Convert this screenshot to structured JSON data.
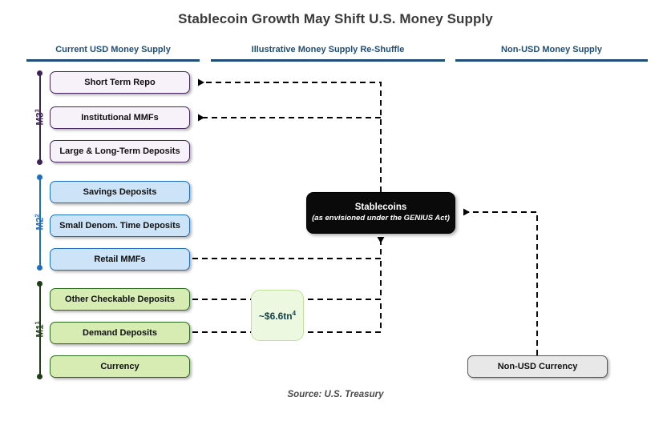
{
  "title": "Stablecoin Growth May Shift U.S. Money Supply",
  "source_note": "Source: U.S. Treasury",
  "colors": {
    "header_blue": "#1f4e79",
    "m3_border": "#45265f",
    "m3_fill": "#f7f1fa",
    "m2_border": "#1f6fc0",
    "m2_fill": "#cde3f7",
    "m1_border": "#2e6b1f",
    "m1_fill": "#d6ecb2",
    "stablecoin_fill": "#0a0a0a",
    "callout_fill": "#edf8e0",
    "nonusd_fill": "#e8e8e8"
  },
  "columns": [
    {
      "label": "Current USD Money Supply"
    },
    {
      "label": "Illustrative Money Supply Re-Shuffle"
    },
    {
      "label": "Non-USD Money Supply"
    }
  ],
  "aggregates": [
    {
      "name": "M3",
      "superscript": "3"
    },
    {
      "name": "M2",
      "superscript": "2"
    },
    {
      "name": "M1",
      "superscript": "1"
    }
  ],
  "money_supply_boxes": [
    {
      "label": "Short Term Repo",
      "group": "M3"
    },
    {
      "label": "Institutional MMFs",
      "group": "M3"
    },
    {
      "label": "Large & Long-Term Deposits",
      "group": "M3"
    },
    {
      "label": "Savings Deposits",
      "group": "M2"
    },
    {
      "label": "Small Denom. Time Deposits",
      "group": "M2"
    },
    {
      "label": "Retail MMFs",
      "group": "M2"
    },
    {
      "label": "Other Checkable Deposits",
      "group": "M1"
    },
    {
      "label": "Demand Deposits",
      "group": "M1"
    },
    {
      "label": "Currency",
      "group": "M1"
    }
  ],
  "stablecoin": {
    "title": "Stablecoins",
    "subtitle": "(as envisioned under the GENIUS Act)"
  },
  "amount_callout": {
    "value": "~$6.6tn",
    "superscript": "4"
  },
  "nonusd": {
    "label": "Non-USD Currency"
  },
  "chart_data": {
    "type": "diagram",
    "title": "Stablecoin Growth May Shift U.S. Money Supply",
    "columns": [
      "Current USD Money Supply",
      "Illustrative Money Supply Re-Shuffle",
      "Non-USD Money Supply"
    ],
    "nodes": [
      {
        "id": "short-term-repo",
        "label": "Short Term Repo",
        "group": "M3",
        "column": 1
      },
      {
        "id": "institutional-mmfs",
        "label": "Institutional MMFs",
        "group": "M3",
        "column": 1
      },
      {
        "id": "large-long-term-deposits",
        "label": "Large & Long-Term Deposits",
        "group": "M3",
        "column": 1
      },
      {
        "id": "savings-deposits",
        "label": "Savings Deposits",
        "group": "M2",
        "column": 1
      },
      {
        "id": "small-denom-time-deposits",
        "label": "Small Denom. Time Deposits",
        "group": "M2",
        "column": 1
      },
      {
        "id": "retail-mmfs",
        "label": "Retail MMFs",
        "group": "M2",
        "column": 1
      },
      {
        "id": "other-checkable-deposits",
        "label": "Other Checkable Deposits",
        "group": "M1",
        "column": 1
      },
      {
        "id": "demand-deposits",
        "label": "Demand Deposits",
        "group": "M1",
        "column": 1
      },
      {
        "id": "currency",
        "label": "Currency",
        "group": "M1",
        "column": 1
      },
      {
        "id": "stablecoins",
        "label": "Stablecoins",
        "column": 2
      },
      {
        "id": "non-usd-currency",
        "label": "Non-USD Currency",
        "column": 3
      }
    ],
    "edges": [
      {
        "from": "stablecoins",
        "to": "short-term-repo",
        "style": "dashed",
        "arrow": "to"
      },
      {
        "from": "stablecoins",
        "to": "institutional-mmfs",
        "style": "dashed",
        "arrow": "to"
      },
      {
        "from": "retail-mmfs",
        "to": "stablecoins",
        "style": "dashed",
        "arrow": "to"
      },
      {
        "from": "other-checkable-deposits",
        "to": "stablecoins",
        "style": "dashed",
        "arrow": "to",
        "label": "~$6.6tn"
      },
      {
        "from": "demand-deposits",
        "to": "stablecoins",
        "style": "dashed",
        "arrow": "to",
        "label": "~$6.6tn"
      },
      {
        "from": "non-usd-currency",
        "to": "stablecoins",
        "style": "dashed",
        "arrow": "to"
      }
    ],
    "annotations": [
      "~$6.6tn⁴",
      "(as envisioned under the GENIUS Act)"
    ],
    "source": "Source: U.S. Treasury"
  }
}
